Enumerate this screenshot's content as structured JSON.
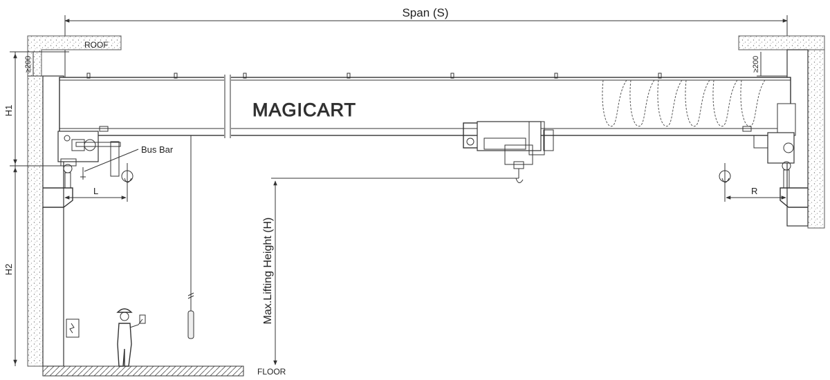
{
  "labels": {
    "span": "Span   (S)",
    "roof": "ROOF",
    "clearance_left": "≥200",
    "clearance_right": "≥200",
    "h1": "H1",
    "h2": "H2",
    "bus_bar": "Bus Bar",
    "l": "L",
    "r": "R",
    "max_lifting_height": "Max.Lifting Height  (H)",
    "floor": "FLOOR"
  },
  "brand": {
    "logo_text": "MAGICART"
  },
  "festoon_loops": 6,
  "colors": {
    "line": "#333333",
    "background": "#ffffff"
  }
}
